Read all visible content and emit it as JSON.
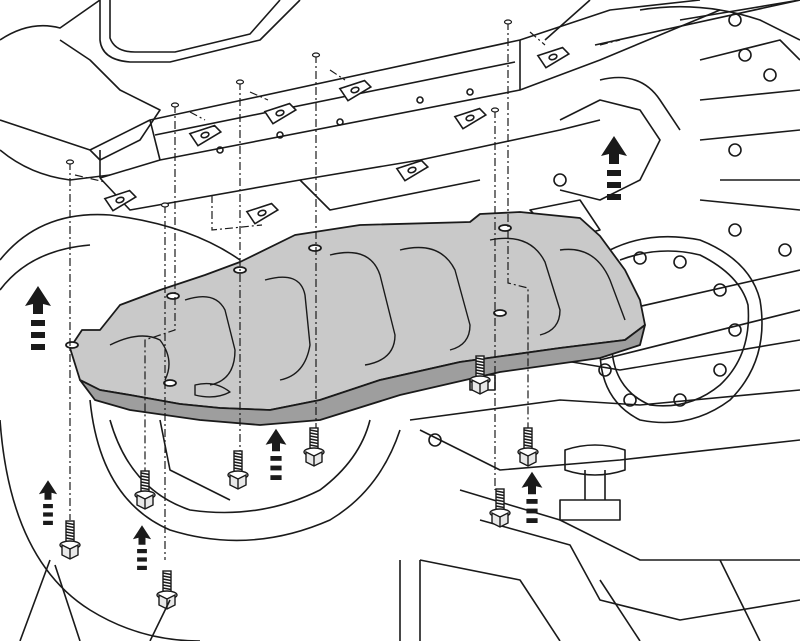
{
  "colors": {
    "line": "#1a1a1a",
    "background": "#ffffff",
    "skid_plate_fill": "#c9c9c9",
    "skid_plate_shadow": "#9e9e9e",
    "arrow": "#1a1a1a"
  },
  "parts": {
    "skid_plate": "skid-plate",
    "bolts": [
      "bolt-1",
      "bolt-2",
      "bolt-3",
      "bolt-4",
      "bolt-5",
      "bolt-6",
      "bolt-7",
      "bolt-8"
    ],
    "nut_clips": [
      "nut-clip-1",
      "nut-clip-2",
      "nut-clip-3",
      "nut-clip-4",
      "nut-clip-5",
      "nut-clip-6",
      "nut-clip-7",
      "nut-clip-8"
    ],
    "installation_arrows": [
      "install-arrow-1",
      "install-arrow-2",
      "install-arrow-3",
      "install-arrow-4",
      "install-arrow-5",
      "install-arrow-6",
      "install-arrow-7"
    ]
  }
}
